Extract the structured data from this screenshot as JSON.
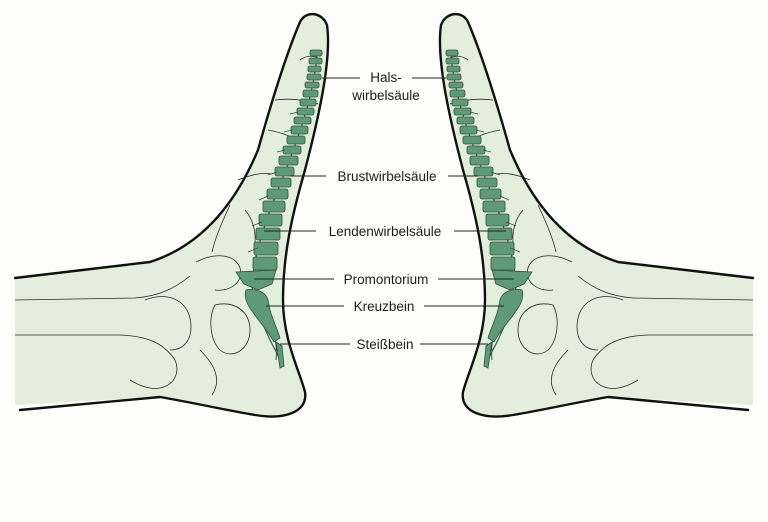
{
  "diagram": {
    "labels": {
      "hws_line1": "Hals-",
      "hws_line2": "wirbelsäule",
      "bws": "Brustwirbelsäule",
      "lws": "Lendenwirbelsäule",
      "promontorium": "Promontorium",
      "kreuzbein": "Kreuzbein",
      "steissbein": "Steißbein"
    },
    "colors": {
      "spine": "#5f9a76",
      "spine_dark": "#355c45",
      "body_fill": "#e3eedd",
      "outline": "#111111"
    }
  }
}
